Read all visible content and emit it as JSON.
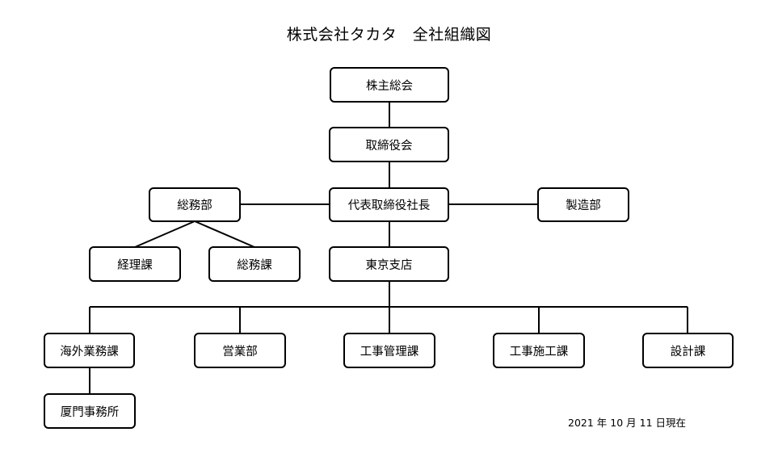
{
  "title": "株式会社タカタ　全社組織図",
  "nodes": {
    "shareholders": "株主総会",
    "board": "取締役会",
    "president": "代表取締役社長",
    "general_affairs_dept": "総務部",
    "manufacturing_dept": "製造部",
    "accounting_section": "経理課",
    "general_affairs_section": "総務課",
    "tokyo_branch": "東京支店",
    "overseas_business_section": "海外業務課",
    "sales_dept": "営業部",
    "construction_management_section": "工事管理課",
    "construction_execution_section": "工事施工課",
    "design_section": "設計課",
    "xiamen_office": "厦門事務所"
  },
  "date_note": "2021 年 10 月 11 日現在"
}
